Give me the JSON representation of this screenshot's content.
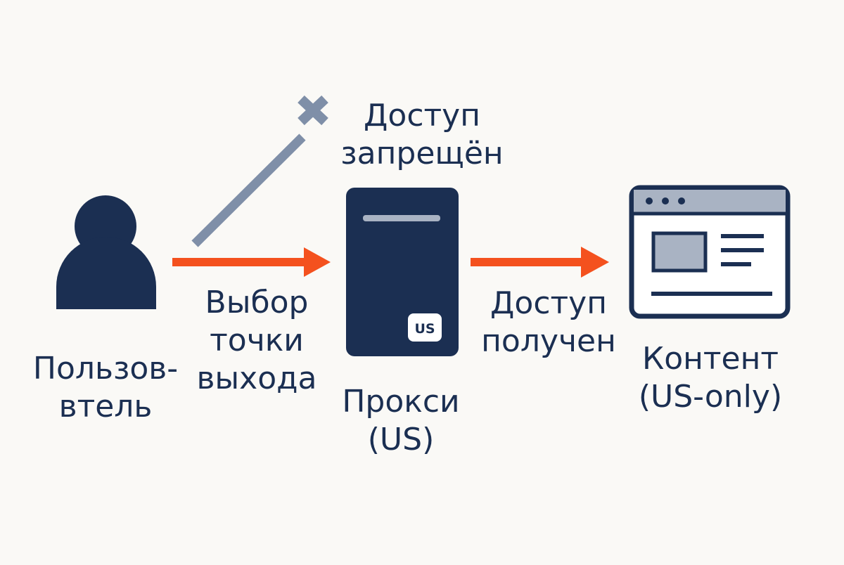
{
  "user": {
    "label_lines": [
      "Пользов-",
      "втель"
    ]
  },
  "denied": {
    "label_lines": [
      "Доступ",
      "запрещён"
    ]
  },
  "choice": {
    "label_lines": [
      "Выбор",
      "точки",
      "выхода"
    ]
  },
  "proxy": {
    "badge": "US",
    "label_lines": [
      "Прокси",
      "(US)"
    ]
  },
  "granted": {
    "label_lines": [
      "Доступ",
      "получен"
    ]
  },
  "content": {
    "label_lines": [
      "Контент",
      "(US-only)"
    ]
  },
  "colors": {
    "navy": "#1b2f52",
    "orange_arrow": "#f4511e",
    "blocked_gray": "#7f8fa8",
    "panel_gray": "#a9b3c3",
    "background": "#faf9f6"
  }
}
